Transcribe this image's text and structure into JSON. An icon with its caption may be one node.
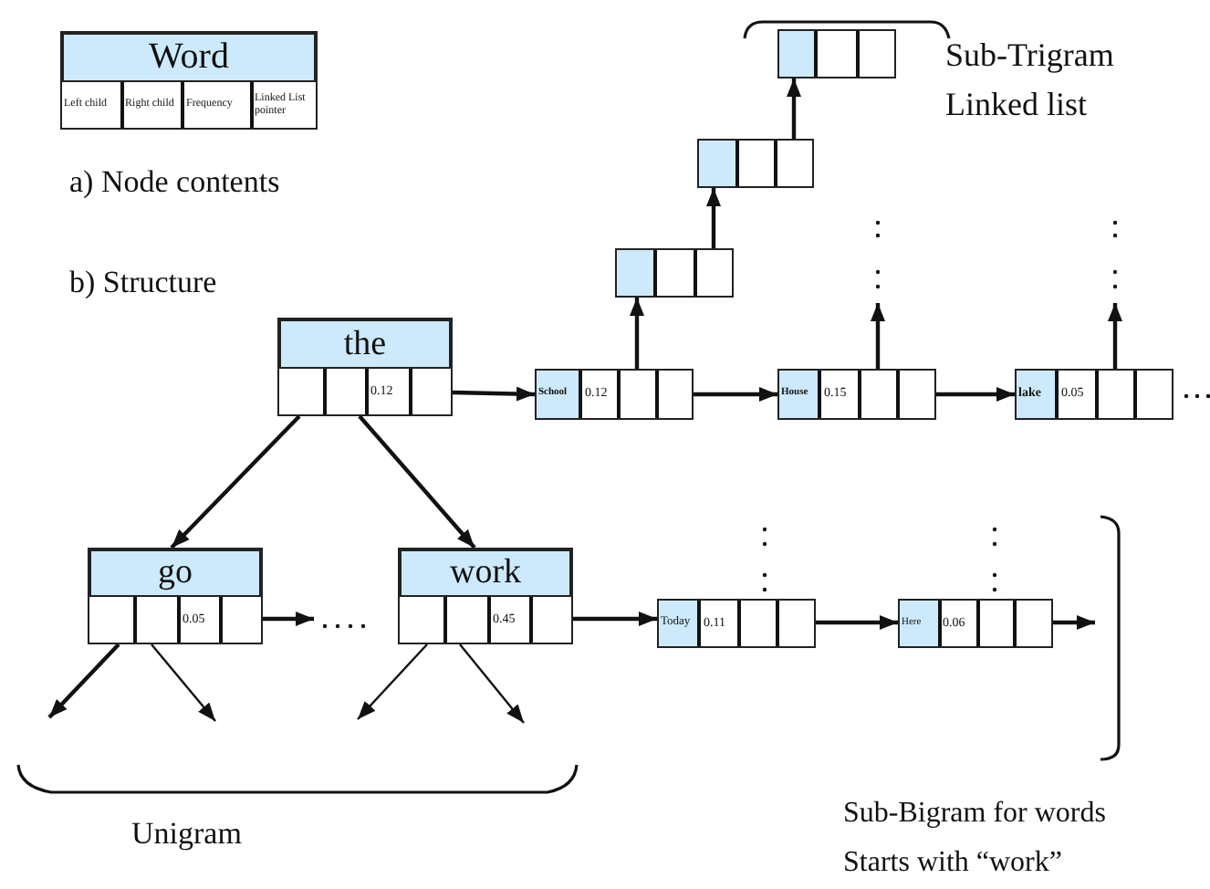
{
  "diagram": {
    "nodes": [
      {
        "text": [
          "Word",
          "Left child",
          "Right child",
          "Frequency",
          "Linked List pointer"
        ]
      },
      {
        "text": [
          "the",
          "0.12"
        ]
      },
      {
        "text": [
          "go",
          "0.05"
        ]
      },
      {
        "text": [
          "work",
          "0.45"
        ]
      },
      {
        "text": [
          "School",
          "0.12"
        ]
      },
      {
        "text": [
          "House",
          "0.15"
        ]
      },
      {
        "text": [
          "lake",
          "0.05"
        ]
      },
      {
        "text": [],
        "shape": "box"
      },
      {
        "text": [],
        "shape": "box"
      },
      {
        "text": [],
        "shape": "box"
      },
      {
        "text": [
          "Today",
          "0.11"
        ]
      },
      {
        "text": [
          "Here",
          "0.06"
        ]
      }
    ],
    "edges": [
      {
        "from": 1,
        "to": 2,
        "arrow": "to"
      },
      {
        "from": 1,
        "to": 3,
        "arrow": "to"
      },
      {
        "from": 1,
        "to": 4,
        "arrow": "to"
      },
      {
        "from": 4,
        "to": 5,
        "arrow": "to"
      },
      {
        "from": 5,
        "to": 6,
        "arrow": "to"
      },
      {
        "from": 4,
        "to": 7,
        "arrow": "to"
      },
      {
        "from": 7,
        "to": 8,
        "arrow": "to"
      },
      {
        "from": 8,
        "to": 9,
        "arrow": "to"
      },
      {
        "from": 5,
        "to": null,
        "arrow": "to"
      },
      {
        "from": 6,
        "to": null,
        "arrow": "to"
      },
      {
        "from": 2,
        "to": null,
        "arrow": "to"
      },
      {
        "from": 2,
        "to": null,
        "arrow": "to"
      },
      {
        "from": 2,
        "to": null,
        "arrow": "to"
      },
      {
        "from": 3,
        "to": null,
        "arrow": "to"
      },
      {
        "from": 3,
        "to": null,
        "arrow": "to"
      },
      {
        "from": 3,
        "to": 10,
        "arrow": "to"
      },
      {
        "from": 10,
        "to": 11,
        "arrow": "to"
      },
      {
        "from": 11,
        "to": null,
        "arrow": "to"
      }
    ],
    "labels": [
      "a) Node contents",
      "b) Structure",
      "Sub-Trigram Linked list",
      "Unigram",
      "Sub-Bigram for words Starts with “work”"
    ]
  }
}
